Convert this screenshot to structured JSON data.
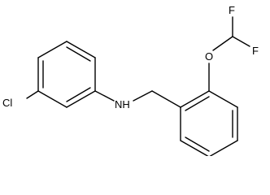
{
  "structure": {
    "atom_labels": {
      "cl": "Cl",
      "nh": "NH",
      "o": "O",
      "f_top": "F",
      "f_right": "F"
    }
  }
}
